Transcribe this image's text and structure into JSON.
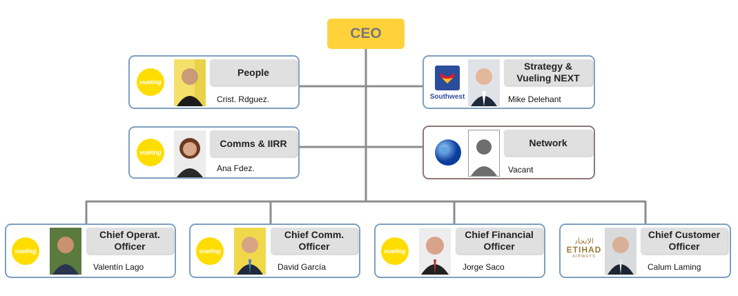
{
  "ceo": {
    "label": "CEO"
  },
  "staff": [
    {
      "title": "People",
      "name": "Crist. Rdguez.",
      "logo": "vueling"
    },
    {
      "title": "Strategy & Vueling NEXT",
      "name": "Mike Delehant",
      "logo": "southwest"
    },
    {
      "title": "Comms & IIRR",
      "name": "Ana Fdez.",
      "logo": "vueling"
    },
    {
      "title": "Network",
      "name": "Vacant",
      "logo": "globe"
    }
  ],
  "chiefs": [
    {
      "title": "Chief Operat. Officer",
      "name": "Valentín Lago",
      "logo": "vueling"
    },
    {
      "title": "Chief Comm. Officer",
      "name": "David García",
      "logo": "vueling"
    },
    {
      "title": "Chief Financial Officer",
      "name": "Jorge Saco",
      "logo": "vueling"
    },
    {
      "title": "Chief Customer Officer",
      "name": "Calum Laming",
      "logo": "etihad"
    }
  ],
  "logos": {
    "vueling": "vueling",
    "southwest": "Southwest",
    "etihad_ar": "الاتحاد",
    "etihad": "ETIHAD",
    "etihad_sub": "AIRWAYS"
  },
  "colors": {
    "ceo_box": "#ffd23c",
    "connector": "#8c8c8c",
    "card_border": "#7d9ebf",
    "title_box": "#e0e0e0",
    "vueling_yellow": "#ffdd00"
  }
}
